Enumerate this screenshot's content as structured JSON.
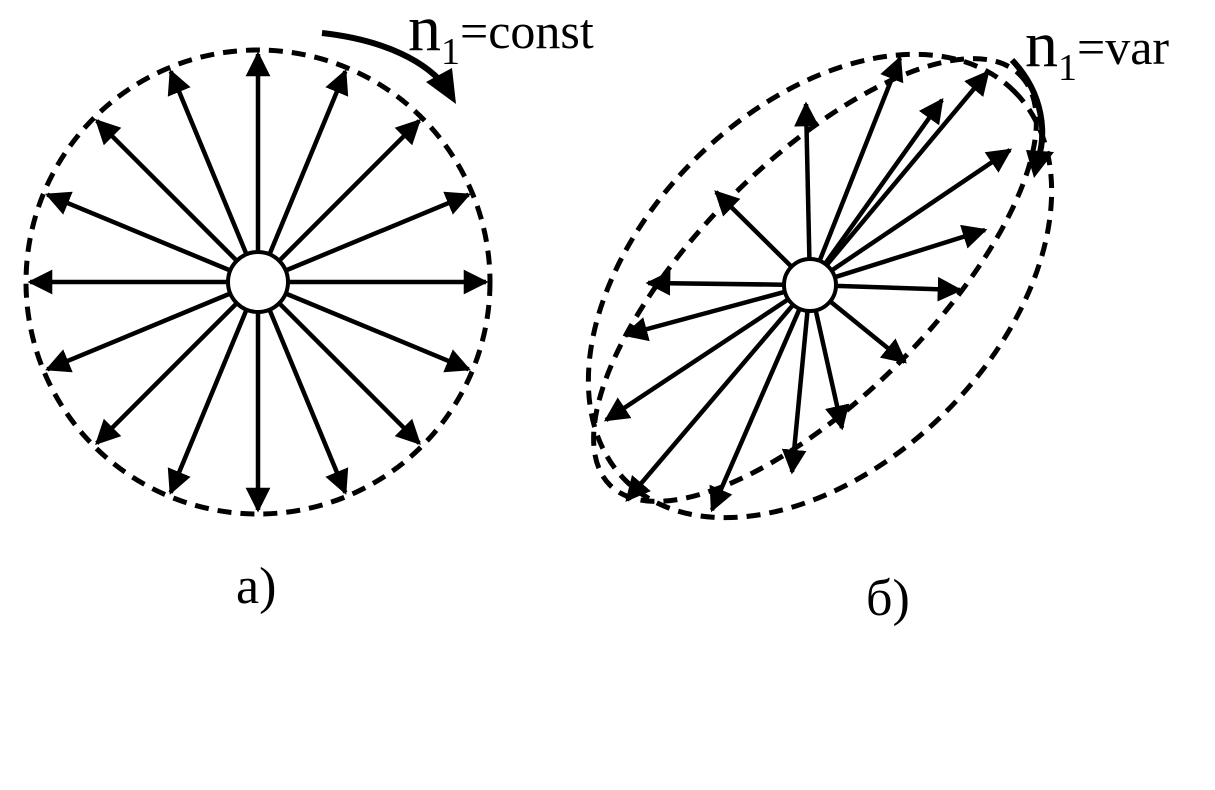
{
  "figure_a": {
    "label_main": "n",
    "label_sub": "1",
    "label_rest": "=const",
    "caption": "а)",
    "rays": 16
  },
  "figure_b": {
    "label_main": "n",
    "label_sub": "1",
    "label_rest": "=var",
    "caption": "б)",
    "rays": 16
  },
  "colors": {
    "ink": "#000000",
    "background": "#ffffff"
  },
  "icons": {
    "rotation_arrow": "curved-arrow-icon",
    "vector_arrow": "arrowhead-icon"
  }
}
